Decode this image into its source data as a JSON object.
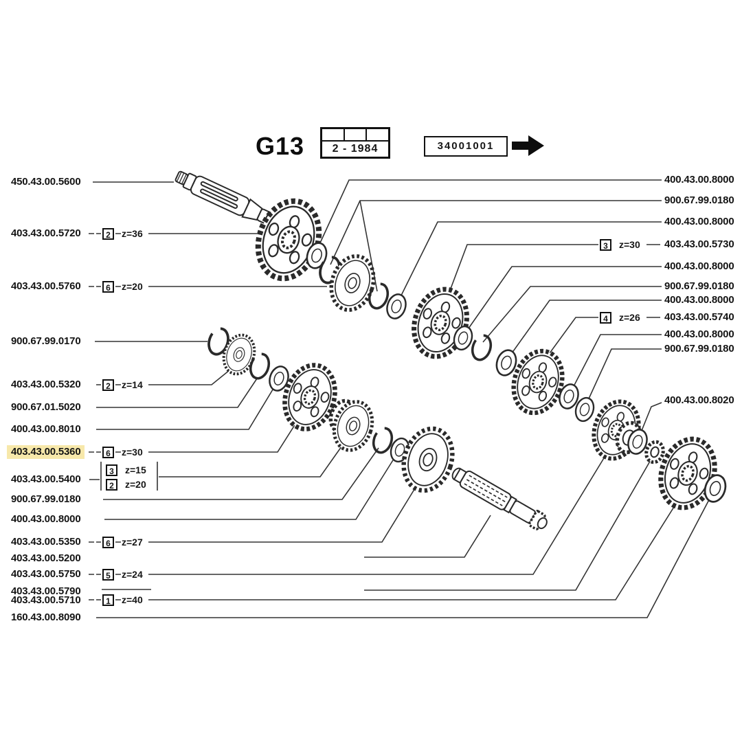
{
  "header": {
    "model": "G13",
    "date": "2 - 1984",
    "code": "34001001",
    "arrow_icon": "arrow-right-icon"
  },
  "highlight_color": "#f7e8aa",
  "line_color": "#2a2a2a",
  "labels_left": [
    {
      "part": "450.43.00.5600"
    },
    {
      "part": "403.43.00.5720",
      "qty": "2",
      "teeth": "z=36"
    },
    {
      "part": "403.43.00.5760",
      "qty": "6",
      "teeth": "z=20"
    },
    {
      "part": "900.67.99.0170"
    },
    {
      "part": "403.43.00.5320",
      "qty": "2",
      "teeth": "z=14"
    },
    {
      "part": "900.67.01.5020"
    },
    {
      "part": "400.43.00.8010"
    },
    {
      "part": "403.43.00.5360",
      "qty": "6",
      "teeth": "z=30",
      "highlighted": true
    },
    {
      "part": "403.43.00.5400",
      "variants": [
        {
          "qty": "3",
          "teeth": "z=15"
        },
        {
          "qty": "2",
          "teeth": "z=20"
        }
      ]
    },
    {
      "part": "900.67.99.0180"
    },
    {
      "part": "400.43.00.8000"
    },
    {
      "part": "403.43.00.5350",
      "qty": "6",
      "teeth": "z=27"
    },
    {
      "part": "403.43.00.5200"
    },
    {
      "part": "403.43.00.5750",
      "qty": "5",
      "teeth": "z=24"
    },
    {
      "part": "403.43.00.5790"
    },
    {
      "part": "403.43.00.5710",
      "qty": "1",
      "teeth": "z=40"
    },
    {
      "part": "160.43.00.8090"
    }
  ],
  "labels_right": [
    {
      "part": "400.43.00.8000"
    },
    {
      "part": "900.67.99.0180"
    },
    {
      "part": "400.43.00.8000"
    },
    {
      "part": "403.43.00.5730",
      "qty": "3",
      "teeth": "z=30"
    },
    {
      "part": "400.43.00.8000"
    },
    {
      "part": "900.67.99.0180"
    },
    {
      "part": "400.43.00.8000"
    },
    {
      "part": "403.43.00.5740",
      "qty": "4",
      "teeth": "z=26"
    },
    {
      "part": "400.43.00.8000"
    },
    {
      "part": "900.67.99.0180"
    },
    {
      "part": "400.43.00.8020"
    }
  ]
}
